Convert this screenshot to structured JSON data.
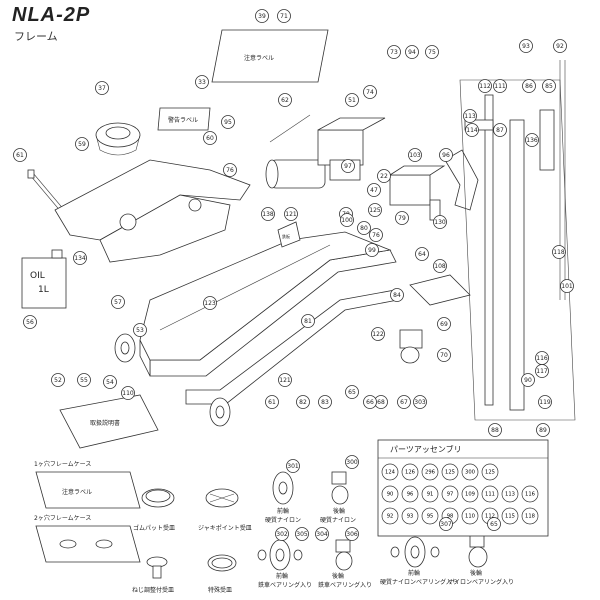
{
  "title": "NLA-2P",
  "subtitle": "フレーム",
  "labels": {
    "caution_label": "注意ラベル",
    "warning_label": "警告ラベル",
    "manual": "取扱説明書",
    "oil_line1": "OIL",
    "oil_line2": "1L",
    "frame_case_1": "1ヶ穴フレームケース",
    "frame_case_2": "2ヶ穴フレームケース",
    "rubber_pad": "ゴムパット受皿",
    "jack_point": "ジャキポイント受皿",
    "screw_adjust": "ねじ調整付受皿",
    "special_saucer": "特殊受皿",
    "front_wheel": "前輪",
    "rear_wheel": "後輪",
    "hard_nylon": "硬質ナイロン",
    "iron_bearing": "鉄車ベアリング入り",
    "nylon_bearing": "硬質ナイロンベアリング入り",
    "nylon_bearing_short": "ナイロンベアリング入り",
    "parts_assembly": "パーツアッセンブリ",
    "box_label": "鉄板"
  },
  "callouts": [
    "39",
    "71",
    "73",
    "94",
    "75",
    "93",
    "92",
    "74",
    "95",
    "86",
    "85",
    "37",
    "33",
    "62",
    "51",
    "112",
    "111",
    "113",
    "114",
    "87",
    "136",
    "59",
    "60",
    "76",
    "103",
    "61",
    "96",
    "97",
    "22",
    "47",
    "78",
    "79",
    "134",
    "80",
    "138",
    "121",
    "56",
    "52",
    "53",
    "100",
    "99",
    "123",
    "54",
    "83",
    "68",
    "82",
    "61b",
    "121b",
    "55",
    "57",
    "81",
    "76b",
    "84",
    "122",
    "69",
    "70",
    "108",
    "90",
    "117",
    "119",
    "116",
    "88",
    "89",
    "118",
    "101",
    "125",
    "130",
    "110",
    "64",
    "65",
    "66",
    "67",
    "303",
    "301",
    "300",
    "302",
    "305",
    "304",
    "306",
    "307",
    "65b"
  ],
  "assembly_rows": [
    [
      "124",
      "126",
      "296",
      "125",
      "300",
      "125"
    ],
    [
      "90",
      "96",
      "91",
      "97",
      "109",
      "111",
      "113",
      "116"
    ],
    [
      "92",
      "93",
      "95",
      "98",
      "110",
      "112",
      "115",
      "118"
    ]
  ]
}
